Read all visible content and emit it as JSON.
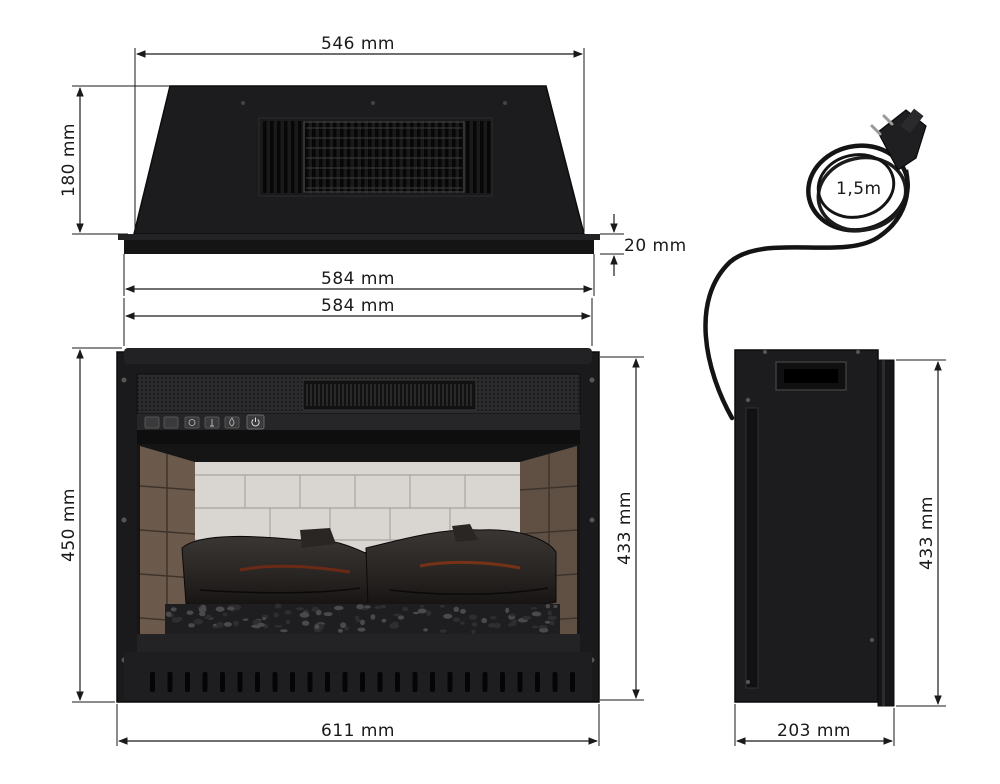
{
  "dimensions": {
    "top_width": "546 mm",
    "top_height": "180 mm",
    "flange_thickness": "20 mm",
    "top_base_width": "584 mm",
    "front_inner_width": "584 mm",
    "front_height": "450 mm",
    "front_inner_height": "433 mm",
    "front_outer_width": "611 mm",
    "side_height": "433 mm",
    "side_depth": "203 mm"
  },
  "cable": {
    "length": "1,5m"
  },
  "colors": {
    "body": "#1c1c1e",
    "body_edge": "#0c0c0c",
    "brick": "#6b5a4c",
    "back_panel": "#d9d6d2",
    "glow": "#b0451c",
    "line": "#1a1a1a"
  }
}
